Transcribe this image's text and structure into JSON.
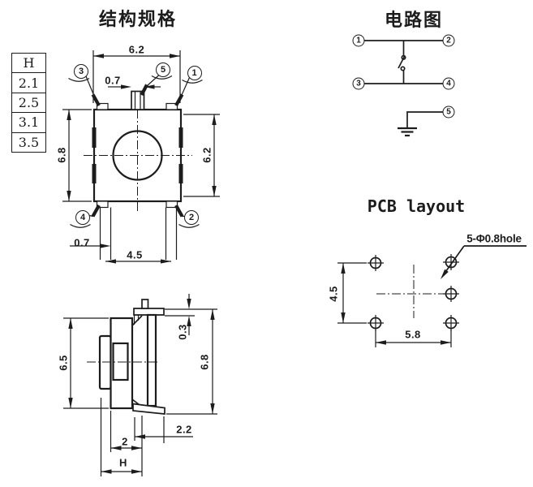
{
  "colors": {
    "line": "#1c1c1c",
    "background": "#ffffff"
  },
  "structure": {
    "title": "结构规格",
    "h_table": {
      "header": "H",
      "rows": [
        "2.1",
        "2.5",
        "3.1",
        "3.5"
      ]
    },
    "top_view": {
      "pin_labels": {
        "p1": "1",
        "p2": "2",
        "p3": "3",
        "p4": "4",
        "p5": "5"
      },
      "dims": {
        "body_width": "6.2",
        "stem_width": "0.7",
        "overall_height": "6.8",
        "body_height": "6.2",
        "lead_width": "0.7",
        "lead_pitch": "4.5"
      }
    },
    "side_view": {
      "dims": {
        "body_width": "6.5",
        "lead_thickness": "0.3",
        "overall_width": "6.8",
        "lead_length": "2.2",
        "base_width": "2",
        "height_var": "H"
      }
    }
  },
  "circuit": {
    "title": "电路图",
    "pins": {
      "p1": "1",
      "p2": "2",
      "p3": "3",
      "p4": "4",
      "p5": "5"
    }
  },
  "pcb": {
    "title": "PCB layout",
    "hole_note": "5-Φ0.8hole",
    "dims": {
      "row_pitch": "4.5",
      "col_pitch": "5.8"
    }
  }
}
